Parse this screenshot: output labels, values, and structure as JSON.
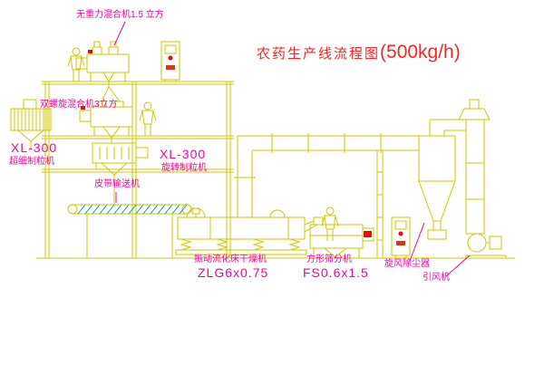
{
  "title": {
    "name": "农药生产线流程图",
    "capacity": "(500kg/h)"
  },
  "labels": {
    "mixer_top": "无重力混合机1.5 立方",
    "mixer_mid": "双螺旋混合机3立方",
    "granulator_left": {
      "model": "XL-300",
      "name": "超细制粒机"
    },
    "granulator_mid": {
      "model": "XL-300",
      "name": "旋转制粒机"
    },
    "conveyor": "皮带输送机",
    "dryer": {
      "name": "振动流化床干燥机",
      "model": "ZLG6x0.75"
    },
    "sieve": {
      "name": "方形筛分机",
      "model": "FS0.6x1.5"
    },
    "cyclone": "旋风除尘器",
    "fan": "引风机"
  },
  "colors": {
    "line": "#cfc800",
    "hatch": "#00a3a3",
    "label": "#ff0099",
    "title": "#ff2222",
    "indicator": "#ff0000",
    "background": "#ffffff"
  }
}
